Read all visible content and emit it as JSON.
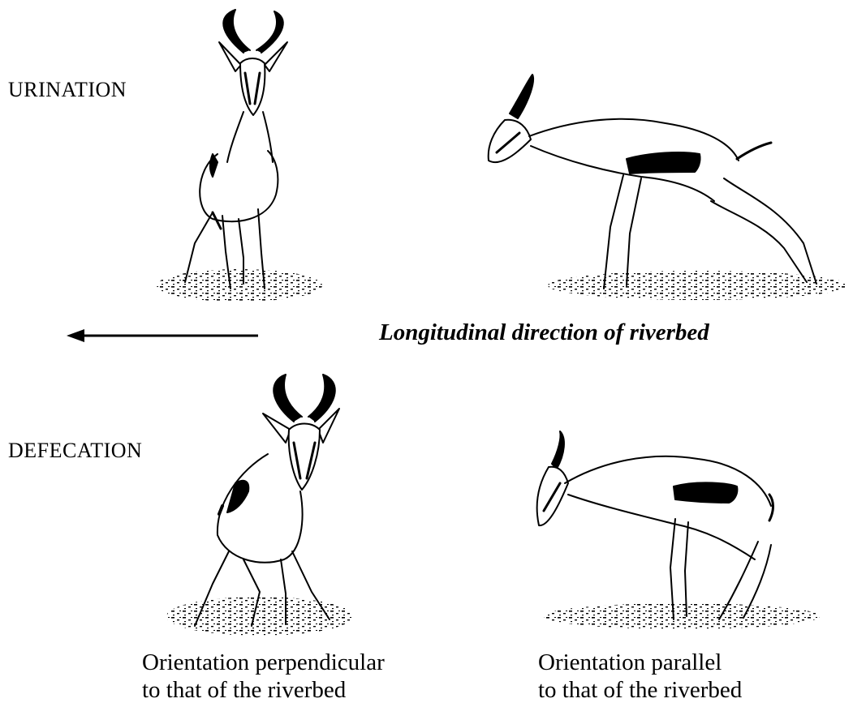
{
  "rows": {
    "urination_label": "URINATION",
    "defecation_label": "DEFECATION"
  },
  "direction": {
    "label": "Longitudinal direction of riverbed"
  },
  "captions": {
    "perpendicular": "Orientation perpendicular\nto that of the riverbed",
    "parallel": "Orientation parallel\nto that of the riverbed"
  },
  "colors": {
    "ink": "#000000",
    "background": "#ffffff"
  },
  "icons": {
    "direction_arrow": "left-arrow-icon"
  }
}
